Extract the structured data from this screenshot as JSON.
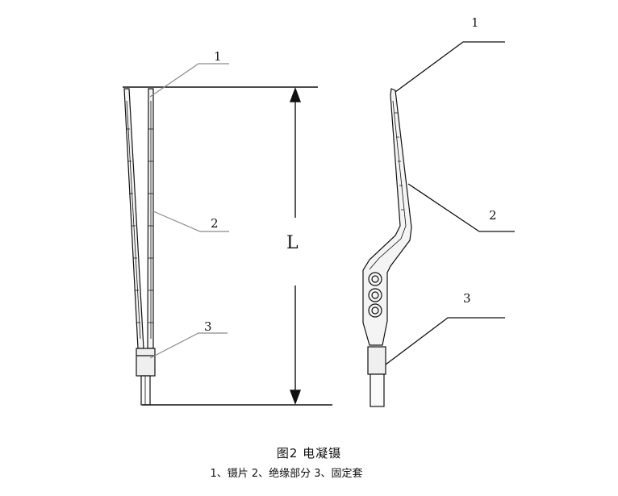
{
  "labels": {
    "left": [
      "1",
      "2",
      "3"
    ],
    "right": [
      "1",
      "2",
      "3"
    ],
    "length": "L"
  },
  "caption": {
    "title": "图2   电凝镊",
    "legend": "1、镊片 2、绝缘部分  3、固定套"
  },
  "colors": {
    "ink": "#111111",
    "leader": "#8a8a8a",
    "fill": "#f2f2f2"
  }
}
